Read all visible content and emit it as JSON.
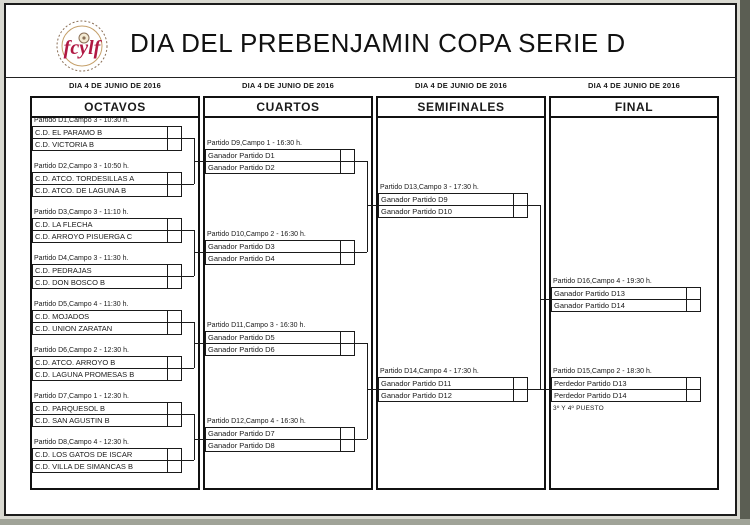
{
  "page": {
    "title": "DIA DEL PREBENJAMIN COPA SERIE D",
    "date": "DIA 4 DE JUNIO DE 2016",
    "logo_text": "fcylf",
    "colors": {
      "line": "#1a1a1a",
      "logo_crimson": "#b01843"
    }
  },
  "rounds": [
    {
      "name": "OCTAVOS",
      "matches": [
        {
          "header": "Partido D1,Campo 3 - 10:30 h.",
          "team1": "C.D. EL PARAMO B",
          "team2": "C.D. VICTORIA B",
          "score1": "",
          "score2": ""
        },
        {
          "header": "Partido D2,Campo 3 - 10:50 h.",
          "team1": "C.D. ATCO. TORDESILLAS A",
          "team2": "C.D. ATCO. DE LAGUNA B",
          "score1": "",
          "score2": ""
        },
        {
          "header": "Partido D3,Campo 3 - 11:10 h.",
          "team1": "C.D. LA FLECHA",
          "team2": "C.D. ARROYO PISUERGA C",
          "score1": "",
          "score2": ""
        },
        {
          "header": "Partido D4,Campo 3 - 11:30 h.",
          "team1": "C.D. PEDRAJAS",
          "team2": "C.D. DON BOSCO B",
          "score1": "",
          "score2": ""
        },
        {
          "header": "Partido D5,Campo 4 - 11:30 h.",
          "team1": "C.D. MOJADOS",
          "team2": "C.D. UNION ZARATAN",
          "score1": "",
          "score2": ""
        },
        {
          "header": "Partido D6,Campo 2 - 12:30 h.",
          "team1": "C.D. ATCO. ARROYO B",
          "team2": "C.D. LAGUNA PROMESAS B",
          "score1": "",
          "score2": ""
        },
        {
          "header": "Partido D7,Campo 1 - 12:30 h.",
          "team1": "C.D. PARQUESOL B",
          "team2": "C.D. SAN AGUSTIN B",
          "score1": "",
          "score2": ""
        },
        {
          "header": "Partido D8,Campo 4 - 12:30 h.",
          "team1": "C.D. LOS GATOS DE ISCAR",
          "team2": "C.D. VILLA DE SIMANCAS B",
          "score1": "",
          "score2": ""
        }
      ]
    },
    {
      "name": "CUARTOS",
      "matches": [
        {
          "header": "Partido D9,Campo 1 - 16:30 h.",
          "team1": "Ganador Partido D1",
          "team2": "Ganador Partido D2",
          "score1": "",
          "score2": ""
        },
        {
          "header": "Partido D10,Campo 2 - 16:30 h.",
          "team1": "Ganador Partido D3",
          "team2": "Ganador Partido D4",
          "score1": "",
          "score2": ""
        },
        {
          "header": "Partido D11,Campo 3 - 16:30 h.",
          "team1": "Ganador Partido D5",
          "team2": "Ganador Partido D6",
          "score1": "",
          "score2": ""
        },
        {
          "header": "Partido D12,Campo 4 - 16:30 h.",
          "team1": "Ganador Partido D7",
          "team2": "Ganador Partido D8",
          "score1": "",
          "score2": ""
        }
      ]
    },
    {
      "name": "SEMIFINALES",
      "matches": [
        {
          "header": "Partido D13,Campo 3 - 17:30 h.",
          "team1": "Ganador Partido D9",
          "team2": "Ganador Partido D10",
          "score1": "",
          "score2": ""
        },
        {
          "header": "Partido D14,Campo 4 - 17:30 h.",
          "team1": "Ganador Partido D11",
          "team2": "Ganador Partido D12",
          "score1": "",
          "score2": ""
        }
      ]
    },
    {
      "name": "FINAL",
      "matches": [
        {
          "header": "Partido D16,Campo 4 - 19:30 h.",
          "team1": "Ganador Partido D13",
          "team2": "Ganador Partido D14",
          "score1": "",
          "score2": ""
        },
        {
          "header": "Partido D15,Campo 2 - 18:30 h.",
          "team1": "Perdedor Partido D13",
          "team2": "Perdedor Partido D14",
          "score1": "",
          "score2": "",
          "note": "3º Y 4º PUESTO"
        }
      ]
    }
  ]
}
